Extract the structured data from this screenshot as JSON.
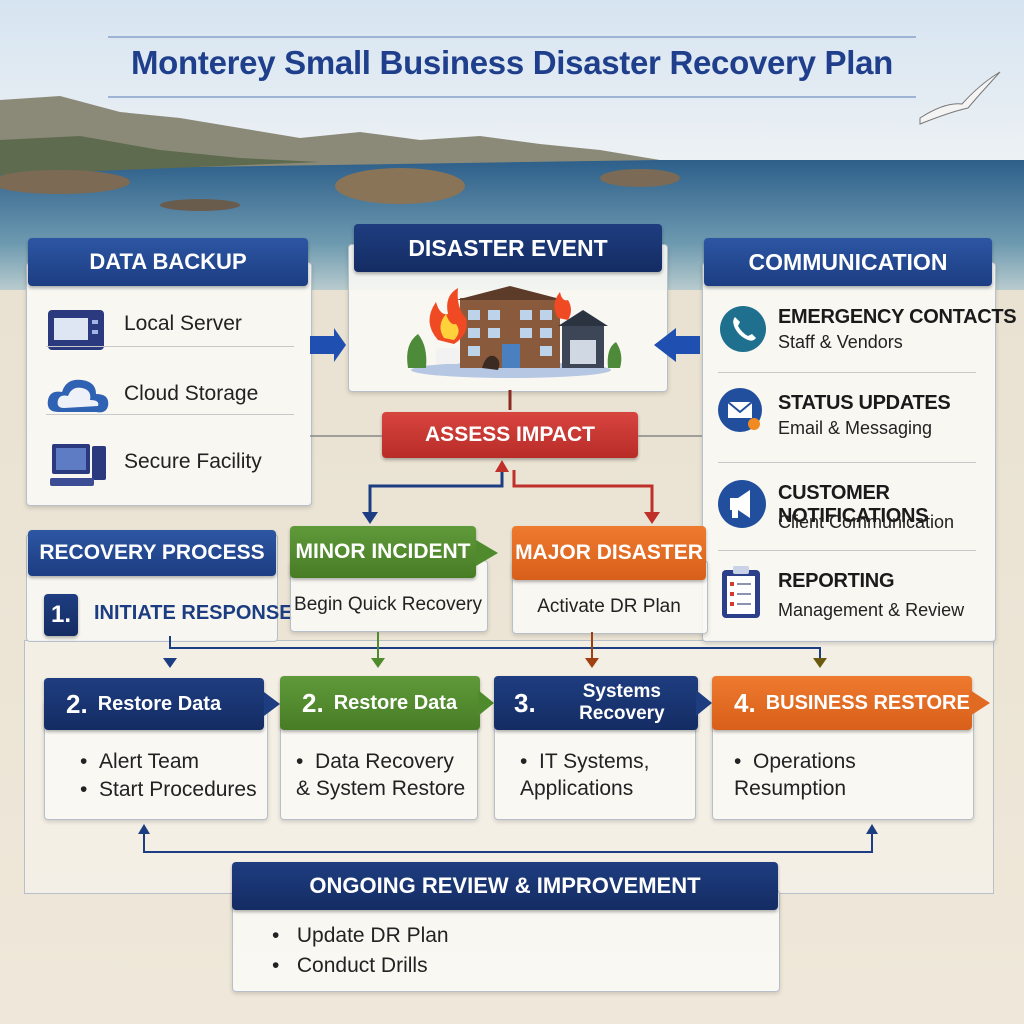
{
  "title": "Monterey Small Business Disaster Recovery Plan",
  "colors": {
    "navy": "#1c3d82",
    "red": "#c0302b",
    "green": "#4f8a2c",
    "orange": "#e06a22",
    "title": "#1f3f8c"
  },
  "data_backup": {
    "header": "DATA BACKUP",
    "items": [
      {
        "label": "Local Server",
        "icon": "server-icon"
      },
      {
        "label": "Cloud Storage",
        "icon": "cloud-icon"
      },
      {
        "label": "Secure Facility",
        "icon": "computer-icon"
      }
    ]
  },
  "disaster_event": {
    "header": "DISASTER EVENT",
    "icon": "burning-building-icon"
  },
  "assess_impact": "ASSESS IMPACT",
  "communication": {
    "header": "COMMUNICATION",
    "items": [
      {
        "title": "EMERGENCY CONTACTS",
        "sub": "Staff & Vendors",
        "icon": "phone-icon"
      },
      {
        "title": "STATUS UPDATES",
        "sub": "Email & Messaging",
        "icon": "email-icon"
      },
      {
        "title": "CUSTOMER NOTIFICATIONS",
        "sub": "Client Communication",
        "icon": "megaphone-icon"
      },
      {
        "title": "REPORTING",
        "sub": "Management & Review",
        "icon": "clipboard-icon"
      }
    ]
  },
  "recovery_process": {
    "header": "RECOVERY PROCESS",
    "step_num": "1.",
    "step_label": "INITIATE RESPONSE"
  },
  "minor_incident": {
    "header": "MINOR INCIDENT",
    "body": "Begin Quick Recovery"
  },
  "major_disaster": {
    "header": "MAJOR DISASTER",
    "body": "Activate DR Plan"
  },
  "steps": [
    {
      "num": "2.",
      "label": "Restore Data",
      "bullets": [
        "Alert Team",
        "Start Procedures"
      ]
    },
    {
      "num": "2.",
      "label": "Restore Data",
      "bullets": [
        "Data Recovery\n& System Restore"
      ]
    },
    {
      "num": "3.",
      "label": "Systems Recovery",
      "bullets": [
        "IT Systems,\nApplications"
      ]
    },
    {
      "num": "4.",
      "label": "BUSINESS RESTORE",
      "bullets": [
        "Operations\nResumption"
      ]
    }
  ],
  "ongoing": {
    "header": "ONGOING REVIEW & IMPROVEMENT",
    "bullets": [
      "Update DR Plan",
      "Conduct Drills"
    ]
  }
}
